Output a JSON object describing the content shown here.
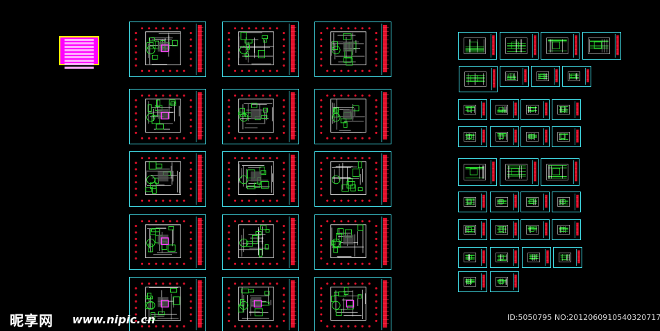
{
  "watermark": {
    "logo": "昵享网",
    "url": "www.nipic.cn"
  },
  "image_id": "ID:5050795 NO:20120609105403207179",
  "colors": {
    "background": "#000000",
    "frame": "#3fd6e0",
    "title_strip": "#e0102a",
    "lines_green": "#2ee833",
    "lines_white": "#e8e8e8",
    "legend_fill": "#ff00ff",
    "legend_border": "#ffff00"
  },
  "legend_table": {
    "rows": 9
  }
}
